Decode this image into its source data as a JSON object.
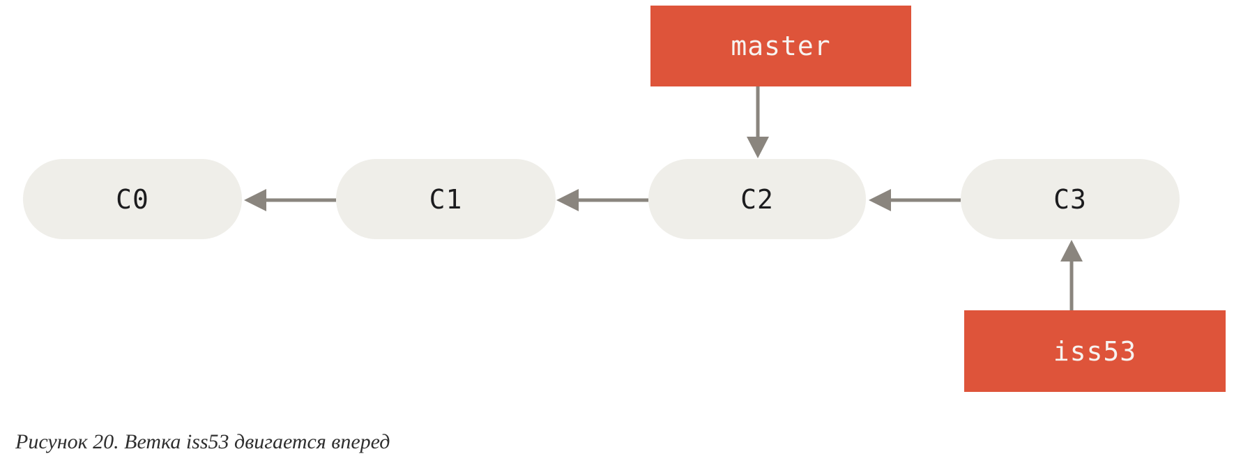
{
  "diagram": {
    "type": "git-commit-graph",
    "commits": [
      {
        "label": "C0"
      },
      {
        "label": "C1"
      },
      {
        "label": "C2"
      },
      {
        "label": "C3"
      }
    ],
    "commit_order": "C3 -> C2 -> C1 -> C0 (each commit points to its parent with a left arrow)",
    "branches": [
      {
        "label": "master",
        "points_to": "C2",
        "direction": "above"
      },
      {
        "label": "iss53",
        "points_to": "C3",
        "direction": "below"
      }
    ],
    "caption": "Рисунок 20. Ветка iss53 двигается вперед",
    "colors": {
      "branch_box": "#DE543A",
      "branch_text": "#F7F3F0",
      "commit_node": "#EFEEE9",
      "commit_text": "#1C1C1E",
      "arrow": "#8A857E",
      "caption_text": "#2E2E2E"
    }
  }
}
